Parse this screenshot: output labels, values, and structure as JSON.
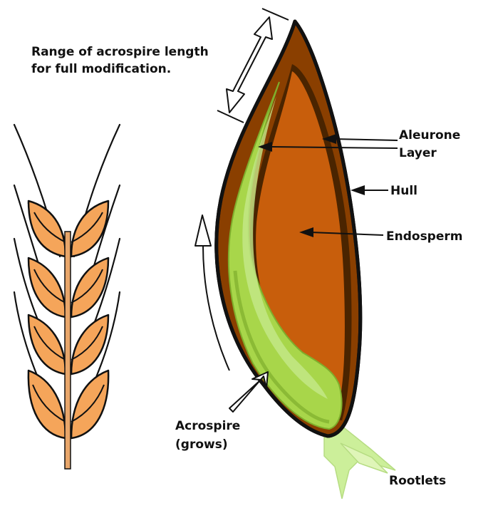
{
  "labels": {
    "range_line1": "Range of acrospire length",
    "range_line2": "for full modification.",
    "aleurone_line1": "Aleurone",
    "aleurone_line2": "Layer",
    "hull": "Hull",
    "endosperm": "Endosperm",
    "acrospire_line1": "Acrospire",
    "acrospire_line2": "(grows)",
    "rootlets": "Rootlets"
  },
  "colors": {
    "hull": "#8a3f00",
    "endosperm": "#c85e0c",
    "aleurone": "#4a2400",
    "acrospire": "#a8d64a",
    "acrospire_light": "#c4e88a",
    "acrospire_dark": "#7fae2c",
    "rootlets": "#ccef9a",
    "wheat_grain": "#f5a55a",
    "wheat_stem": "#e8a66a",
    "outline": "#111111"
  }
}
